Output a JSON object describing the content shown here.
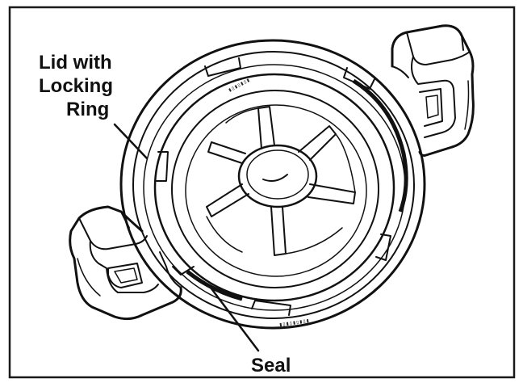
{
  "labels": {
    "lid_line1": "Lid with",
    "lid_line2": "Locking",
    "lid_line3": "Ring",
    "seal": "Seal"
  },
  "colors": {
    "ink": "#111111",
    "background": "#ffffff",
    "frame": "#1a1a1a"
  }
}
